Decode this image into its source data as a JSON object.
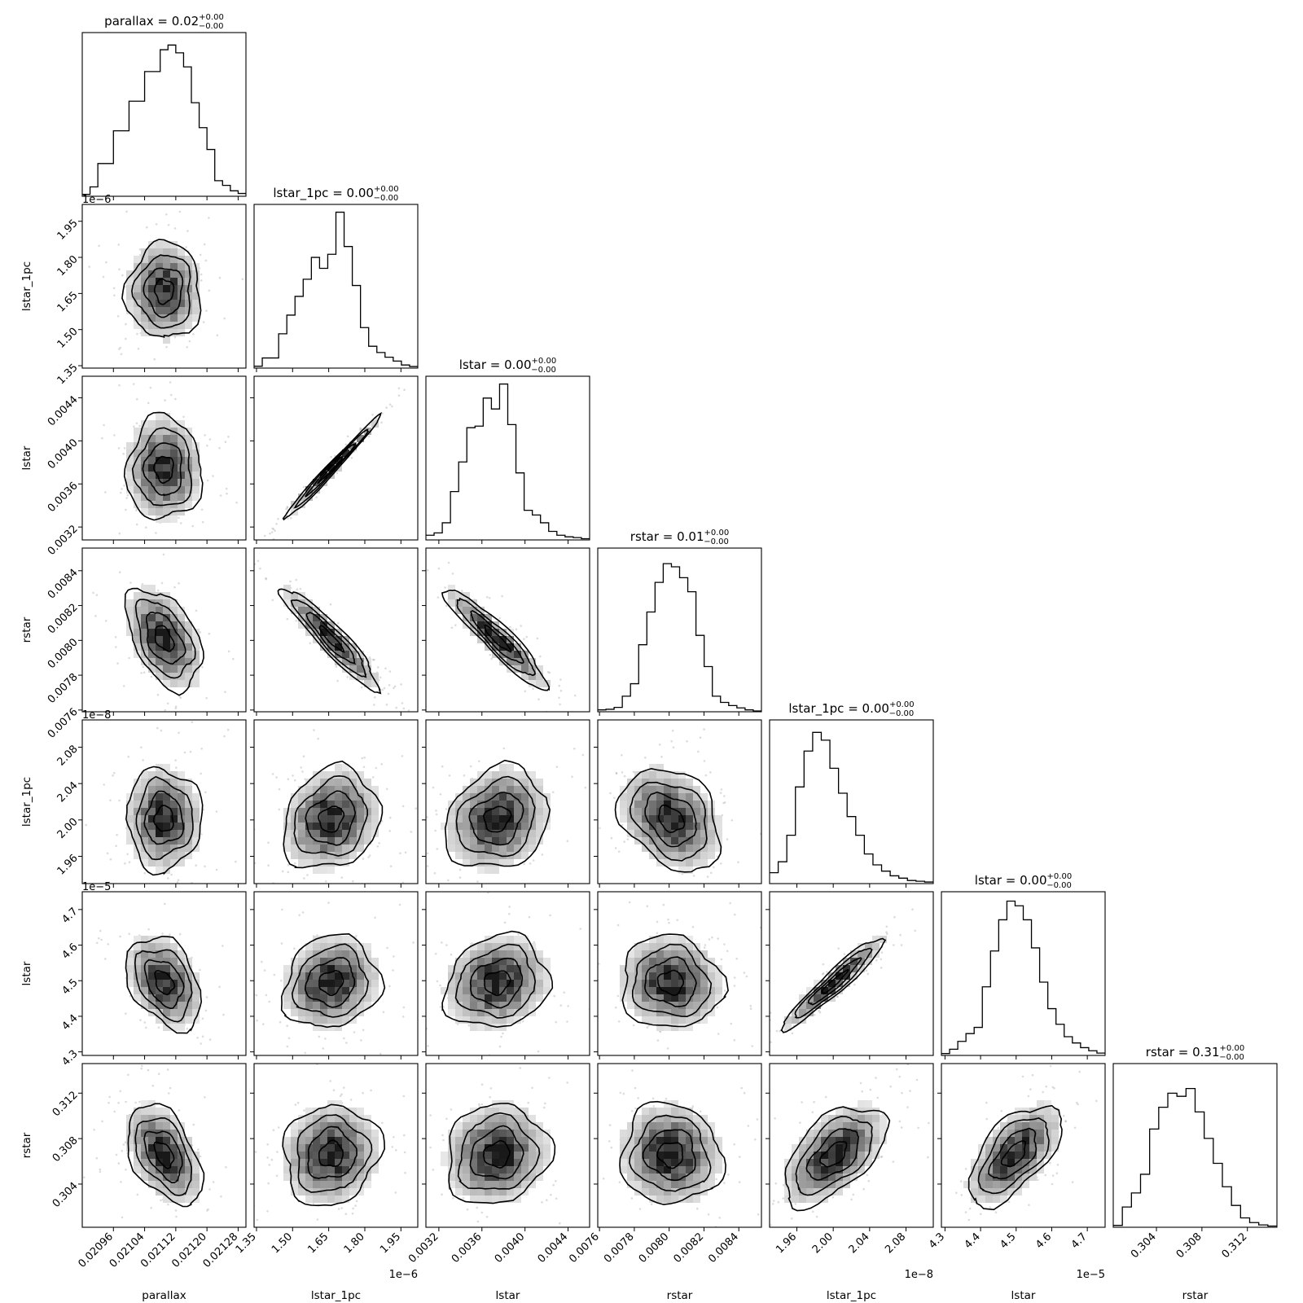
{
  "chart_data": {
    "type": "corner",
    "parameters": [
      "parallax",
      "lstar_1pc",
      "lstar",
      "rstar",
      "lstar_1pc",
      "lstar",
      "rstar"
    ],
    "titles": [
      {
        "text": "parallax = 0.02",
        "sup": "+0.00",
        "sub": "−0.00"
      },
      {
        "text": "lstar_1pc = 0.00",
        "sup": "+0.00",
        "sub": "−0.00"
      },
      {
        "text": "lstar = 0.00",
        "sup": "+0.00",
        "sub": "−0.00"
      },
      {
        "text": "rstar = 0.01",
        "sup": "+0.00",
        "sub": "−0.00"
      },
      {
        "text": "lstar_1pc = 0.00",
        "sup": "+0.00",
        "sub": "−0.00"
      },
      {
        "text": "lstar = 0.00",
        "sup": "+0.00",
        "sub": "−0.00"
      },
      {
        "text": "rstar = 0.31",
        "sup": "+0.00",
        "sub": "−0.00"
      }
    ],
    "ranges": [
      [
        0.02088,
        0.0213
      ],
      [
        1.34,
        2.02
      ],
      [
        0.00308,
        0.0046
      ],
      [
        0.00759,
        0.00853
      ],
      [
        1.93,
        2.11
      ],
      [
        4.29,
        4.75
      ],
      [
        0.3002,
        0.3146
      ]
    ],
    "ticks": [
      {
        "values": [
          0.02096,
          0.02104,
          0.02112,
          0.0212,
          0.02128
        ],
        "labels": [
          "0.02096",
          "0.02104",
          "0.02112",
          "0.02120",
          "0.02128"
        ],
        "offset": ""
      },
      {
        "values": [
          1.35,
          1.5,
          1.65,
          1.8,
          1.95
        ],
        "labels": [
          "1.35",
          "1.50",
          "1.65",
          "1.80",
          "1.95"
        ],
        "offset": "1e−6"
      },
      {
        "values": [
          0.0032,
          0.0036,
          0.004,
          0.0044
        ],
        "labels": [
          "0.0032",
          "0.0036",
          "0.0040",
          "0.0044"
        ],
        "offset": ""
      },
      {
        "values": [
          0.0076,
          0.0078,
          0.008,
          0.0082,
          0.0084
        ],
        "labels": [
          "0.0076",
          "0.0078",
          "0.0080",
          "0.0082",
          "0.0084"
        ],
        "offset": ""
      },
      {
        "values": [
          1.96,
          2.0,
          2.04,
          2.08
        ],
        "labels": [
          "1.96",
          "2.00",
          "2.04",
          "2.08"
        ],
        "offset": "1e−8"
      },
      {
        "values": [
          4.3,
          4.4,
          4.5,
          4.6,
          4.7
        ],
        "labels": [
          "4.3",
          "4.4",
          "4.5",
          "4.6",
          "4.7"
        ],
        "offset": "1e−5"
      },
      {
        "values": [
          0.304,
          0.308,
          0.312
        ],
        "labels": [
          "0.304",
          "0.308",
          "0.312"
        ],
        "offset": ""
      }
    ],
    "histograms": [
      [
        0.012,
        0.06,
        0.21,
        0.21,
        0.42,
        0.42,
        0.61,
        0.61,
        0.8,
        0.8,
        0.94,
        0.97,
        0.92,
        0.83,
        0.6,
        0.44,
        0.3,
        0.1,
        0.07,
        0.035,
        0.018
      ],
      [
        0.012,
        0.065,
        0.065,
        0.22,
        0.34,
        0.46,
        0.57,
        0.71,
        0.64,
        0.73,
        1.0,
        0.78,
        0.53,
        0.26,
        0.14,
        0.1,
        0.07,
        0.045,
        0.02,
        0.01
      ],
      [
        0.03,
        0.045,
        0.11,
        0.31,
        0.5,
        0.72,
        0.73,
        0.91,
        0.84,
        1.0,
        0.74,
        0.43,
        0.19,
        0.16,
        0.11,
        0.055,
        0.03,
        0.02,
        0.015,
        0.008
      ],
      [
        0.012,
        0.016,
        0.028,
        0.1,
        0.18,
        0.43,
        0.64,
        0.83,
        0.95,
        0.93,
        0.86,
        0.77,
        0.49,
        0.29,
        0.1,
        0.06,
        0.04,
        0.025,
        0.012,
        0.005
      ],
      [
        0.07,
        0.14,
        0.31,
        0.62,
        0.85,
        0.97,
        0.92,
        0.74,
        0.58,
        0.43,
        0.31,
        0.19,
        0.12,
        0.08,
        0.05,
        0.035,
        0.02,
        0.015,
        0.01
      ],
      [
        0.012,
        0.04,
        0.09,
        0.14,
        0.18,
        0.44,
        0.67,
        0.87,
        0.99,
        0.96,
        0.87,
        0.69,
        0.47,
        0.3,
        0.2,
        0.12,
        0.08,
        0.05,
        0.03,
        0.015
      ],
      [
        0.012,
        0.13,
        0.22,
        0.34,
        0.63,
        0.77,
        0.86,
        0.84,
        0.89,
        0.74,
        0.57,
        0.41,
        0.26,
        0.14,
        0.06,
        0.03,
        0.015,
        0.008
      ]
    ],
    "means": [
      0.02109,
      1.66,
      0.00374,
      0.00801,
      2.001,
      4.495,
      0.3066
    ],
    "sigmas": [
      4.8e-05,
      0.1,
      0.00024,
      0.000145,
      0.028,
      0.065,
      0.0022
    ],
    "correlations": [
      [
        1,
        0,
        0,
        0,
        0,
        0,
        0
      ],
      [
        0,
        1,
        0.99,
        0,
        0,
        0,
        0
      ],
      [
        0,
        0.99,
        1,
        0,
        0,
        0,
        0
      ],
      [
        -0.45,
        -0.93,
        -0.93,
        1,
        0,
        0,
        0
      ],
      [
        0,
        0.18,
        0.18,
        -0.3,
        1,
        0,
        0
      ],
      [
        -0.35,
        0.12,
        0.15,
        -0.05,
        0.95,
        1,
        0
      ],
      [
        -0.45,
        0.1,
        0.1,
        -0.05,
        0.55,
        0.6,
        1
      ]
    ],
    "contour_levels_sigma": [
      0.5,
      1.0,
      1.5,
      2.0
    ]
  }
}
